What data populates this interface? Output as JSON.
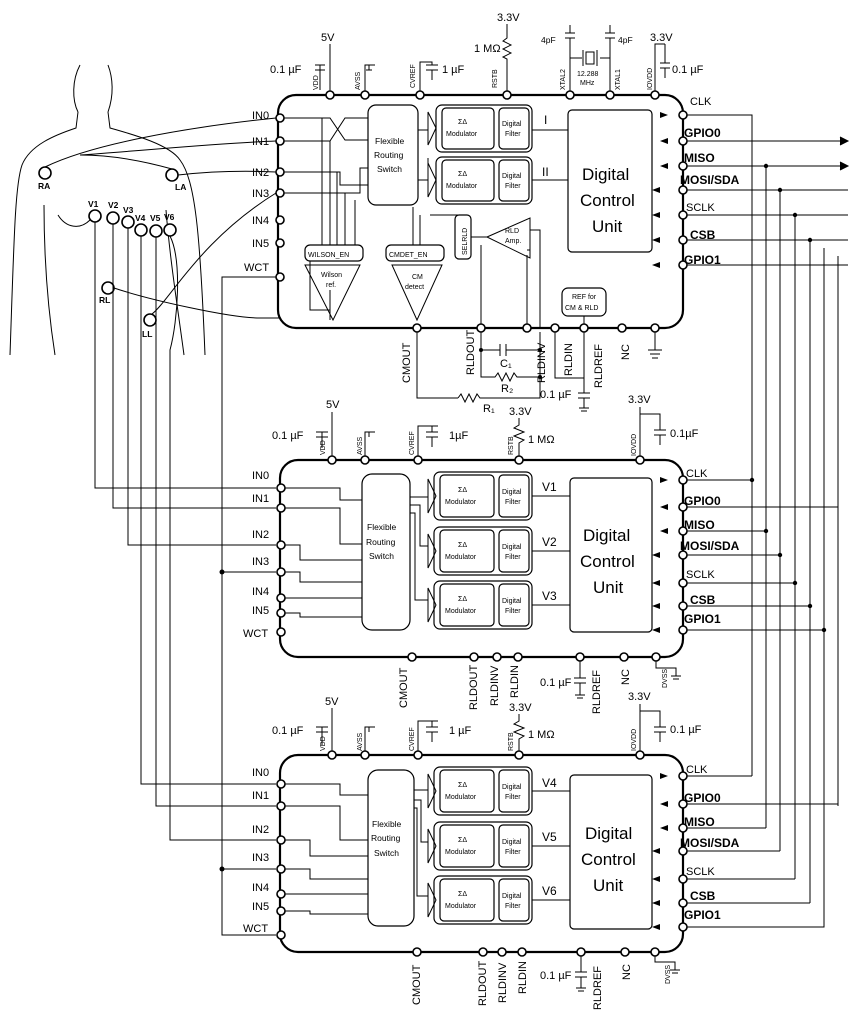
{
  "electrodes": [
    "RA",
    "LA",
    "RL",
    "LL",
    "V1",
    "V2",
    "V3",
    "V4",
    "V5",
    "V6"
  ],
  "chips": [
    {
      "supplies": {
        "vdd": "5V",
        "cap_vdd": "0.1 µF",
        "vdd_pin": "VDD",
        "avss_pin": "AVSS",
        "cvref_pin": "CVREF",
        "cap_cvref": "1 µF",
        "rstb_supply": "3.3V",
        "rstb_res": "1 MΩ",
        "rstb_pin": "RSTB",
        "xtal2_pin": "XTAL2",
        "xtal1_pin": "XTAL1",
        "cap_x2": "4pF",
        "cap_x1": "4pF",
        "xtal_freq": "12.288",
        "xtal_unit": "MHz",
        "iovdd_supply": "3.3V",
        "iovdd_pin": "IOVDD",
        "cap_iovdd": "0.1 µF"
      },
      "inputs": [
        "IN0",
        "IN1",
        "IN2",
        "IN3",
        "IN4",
        "IN5",
        "WCT"
      ],
      "channels": [
        {
          "sigma": "ΣΔ",
          "modulator": "Modulator",
          "filter1": "Digital",
          "filter2": "Filter",
          "out": "I"
        },
        {
          "sigma": "ΣΔ",
          "modulator": "Modulator",
          "filter1": "Digital",
          "filter2": "Filter",
          "out": "II"
        }
      ],
      "switch": [
        "Flexible",
        "Routing",
        "Switch"
      ],
      "dcu": [
        "Digital",
        "Control",
        "Unit"
      ],
      "io": [
        "CLK",
        "GPIO0",
        "MISO",
        "MOSI/SDA",
        "SCLK",
        "CSB",
        "GPIO1"
      ],
      "wilson_en": "WILSON_EN",
      "wilson_ref": [
        "Wilson",
        "ref."
      ],
      "cmdet_en": "CMDET_EN",
      "cm_detect": [
        "CM",
        "detect"
      ],
      "selrld": "SELRLD",
      "rld_amp": [
        "RLD",
        "Amp."
      ],
      "ref_block": [
        "REF for",
        "CM & RLD"
      ],
      "bottom_pins": [
        "CMOUT",
        "RLDOUT",
        "RLDINV",
        "RLDIN",
        "RLDREF",
        "NC"
      ],
      "rld_parts": {
        "c1": "C₁",
        "r2": "R₂",
        "r1": "R₁",
        "cap_rldref": "0.1 µF"
      }
    },
    {
      "supplies": {
        "vdd": "5V",
        "cap_vdd": "0.1 µF",
        "vdd_pin": "VDD",
        "avss_pin": "AVSS",
        "cvref_pin": "CVREF",
        "cap_cvref": "1µF",
        "rstb_supply": "3.3V",
        "rstb_res": "1 MΩ",
        "rstb_pin": "RSTB",
        "iovdd_supply": "3.3V",
        "iovdd_pin": "IOVDD",
        "cap_iovdd": "0.1µF"
      },
      "inputs": [
        "IN0",
        "IN1",
        "IN2",
        "IN3",
        "IN4",
        "IN5",
        "WCT"
      ],
      "channels": [
        {
          "sigma": "ΣΔ",
          "modulator": "Modulator",
          "filter1": "Digital",
          "filter2": "Filter",
          "out": "V1"
        },
        {
          "sigma": "ΣΔ",
          "modulator": "Modulator",
          "filter1": "Digital",
          "filter2": "Filter",
          "out": "V2"
        },
        {
          "sigma": "ΣΔ",
          "modulator": "Modulator",
          "filter1": "Digital",
          "filter2": "Filter",
          "out": "V3"
        }
      ],
      "switch": [
        "Flexible",
        "Routing",
        "Switch"
      ],
      "dcu": [
        "Digital",
        "Control",
        "Unit"
      ],
      "io": [
        "CLK",
        "GPIO0",
        "MISO",
        "MOSI/SDA",
        "SCLK",
        "CSB",
        "GPIO1"
      ],
      "bottom_pins": [
        "CMOUT",
        "RLDOUT",
        "RLDINV",
        "RLDIN",
        "RLDREF",
        "NC",
        "DVSS"
      ],
      "cap_rldref": "0.1 µF"
    },
    {
      "supplies": {
        "vdd": "5V",
        "cap_vdd": "0.1 µF",
        "vdd_pin": "VDD",
        "avss_pin": "AVSS",
        "cvref_pin": "CVREF",
        "cap_cvref": "1 µF",
        "rstb_supply": "3.3V",
        "rstb_res": "1 MΩ",
        "rstb_pin": "RSTB",
        "iovdd_supply": "3.3V",
        "iovdd_pin": "IOVDD",
        "cap_iovdd": "0.1 µF"
      },
      "inputs": [
        "IN0",
        "IN1",
        "IN2",
        "IN3",
        "IN4",
        "IN5",
        "WCT"
      ],
      "channels": [
        {
          "sigma": "ΣΔ",
          "modulator": "Modulator",
          "filter1": "Digital",
          "filter2": "Filter",
          "out": "V4"
        },
        {
          "sigma": "ΣΔ",
          "modulator": "Modulator",
          "filter1": "Digital",
          "filter2": "Filter",
          "out": "V5"
        },
        {
          "sigma": "ΣΔ",
          "modulator": "Modulator",
          "filter1": "Digital",
          "filter2": "Filter",
          "out": "V6"
        }
      ],
      "switch": [
        "Flexible",
        "Routing",
        "Switch"
      ],
      "dcu": [
        "Digital",
        "Control",
        "Unit"
      ],
      "io": [
        "CLK",
        "GPIO0",
        "MISO",
        "MOSI/SDA",
        "SCLK",
        "CSB",
        "GPIO1"
      ],
      "bottom_pins": [
        "CMOUT",
        "RLDOUT",
        "RLDINV",
        "RLDIN",
        "RLDREF",
        "NC",
        "DVSS"
      ],
      "cap_rldref": "0.1 µF"
    }
  ]
}
